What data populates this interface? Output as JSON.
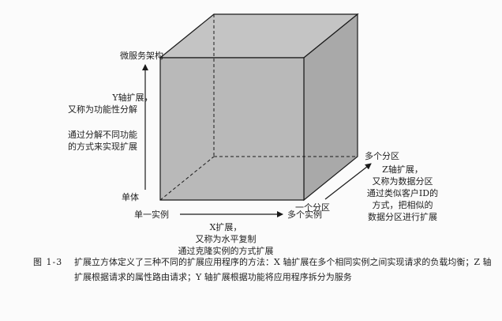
{
  "colors": {
    "front_face": "#b9b9b9",
    "side_face": "#a9a9a9",
    "top_face": "#c4c4c4",
    "line": "#1a1a1a",
    "background": "#fbfbfb"
  },
  "axes": {
    "y_top_label": "微服务架构",
    "y_title": "Y轴扩展，",
    "y_subtitle": "又称为功能性分解",
    "y_desc_1": "通过分解不同功能",
    "y_desc_2": "的方式来实现扩展",
    "origin_label": "单体",
    "x_start_label": "单一实例",
    "x_end_label": "多个实例",
    "x_title": "X扩展，",
    "x_subtitle": "又称为水平复制",
    "x_desc": "通过克隆实例的方式扩展",
    "z_start_label": "一个分区",
    "z_end_label": "多个分区",
    "z_title": "Z轴扩展，",
    "z_subtitle": "又称为数据分区",
    "z_desc_1": "通过类似客户ID的",
    "z_desc_2": "方式，把相似的",
    "z_desc_3": "数据分区进行扩展"
  },
  "caption": {
    "figure_number": "图 1-3",
    "text": "扩展立方体定义了三种不同的扩展应用程序的方法：X 轴扩展在多个相同实例之间实现请求的负载均衡；Z 轴扩展根据请求的属性路由请求；Y 轴扩展根据功能将应用程序拆分为服务"
  }
}
